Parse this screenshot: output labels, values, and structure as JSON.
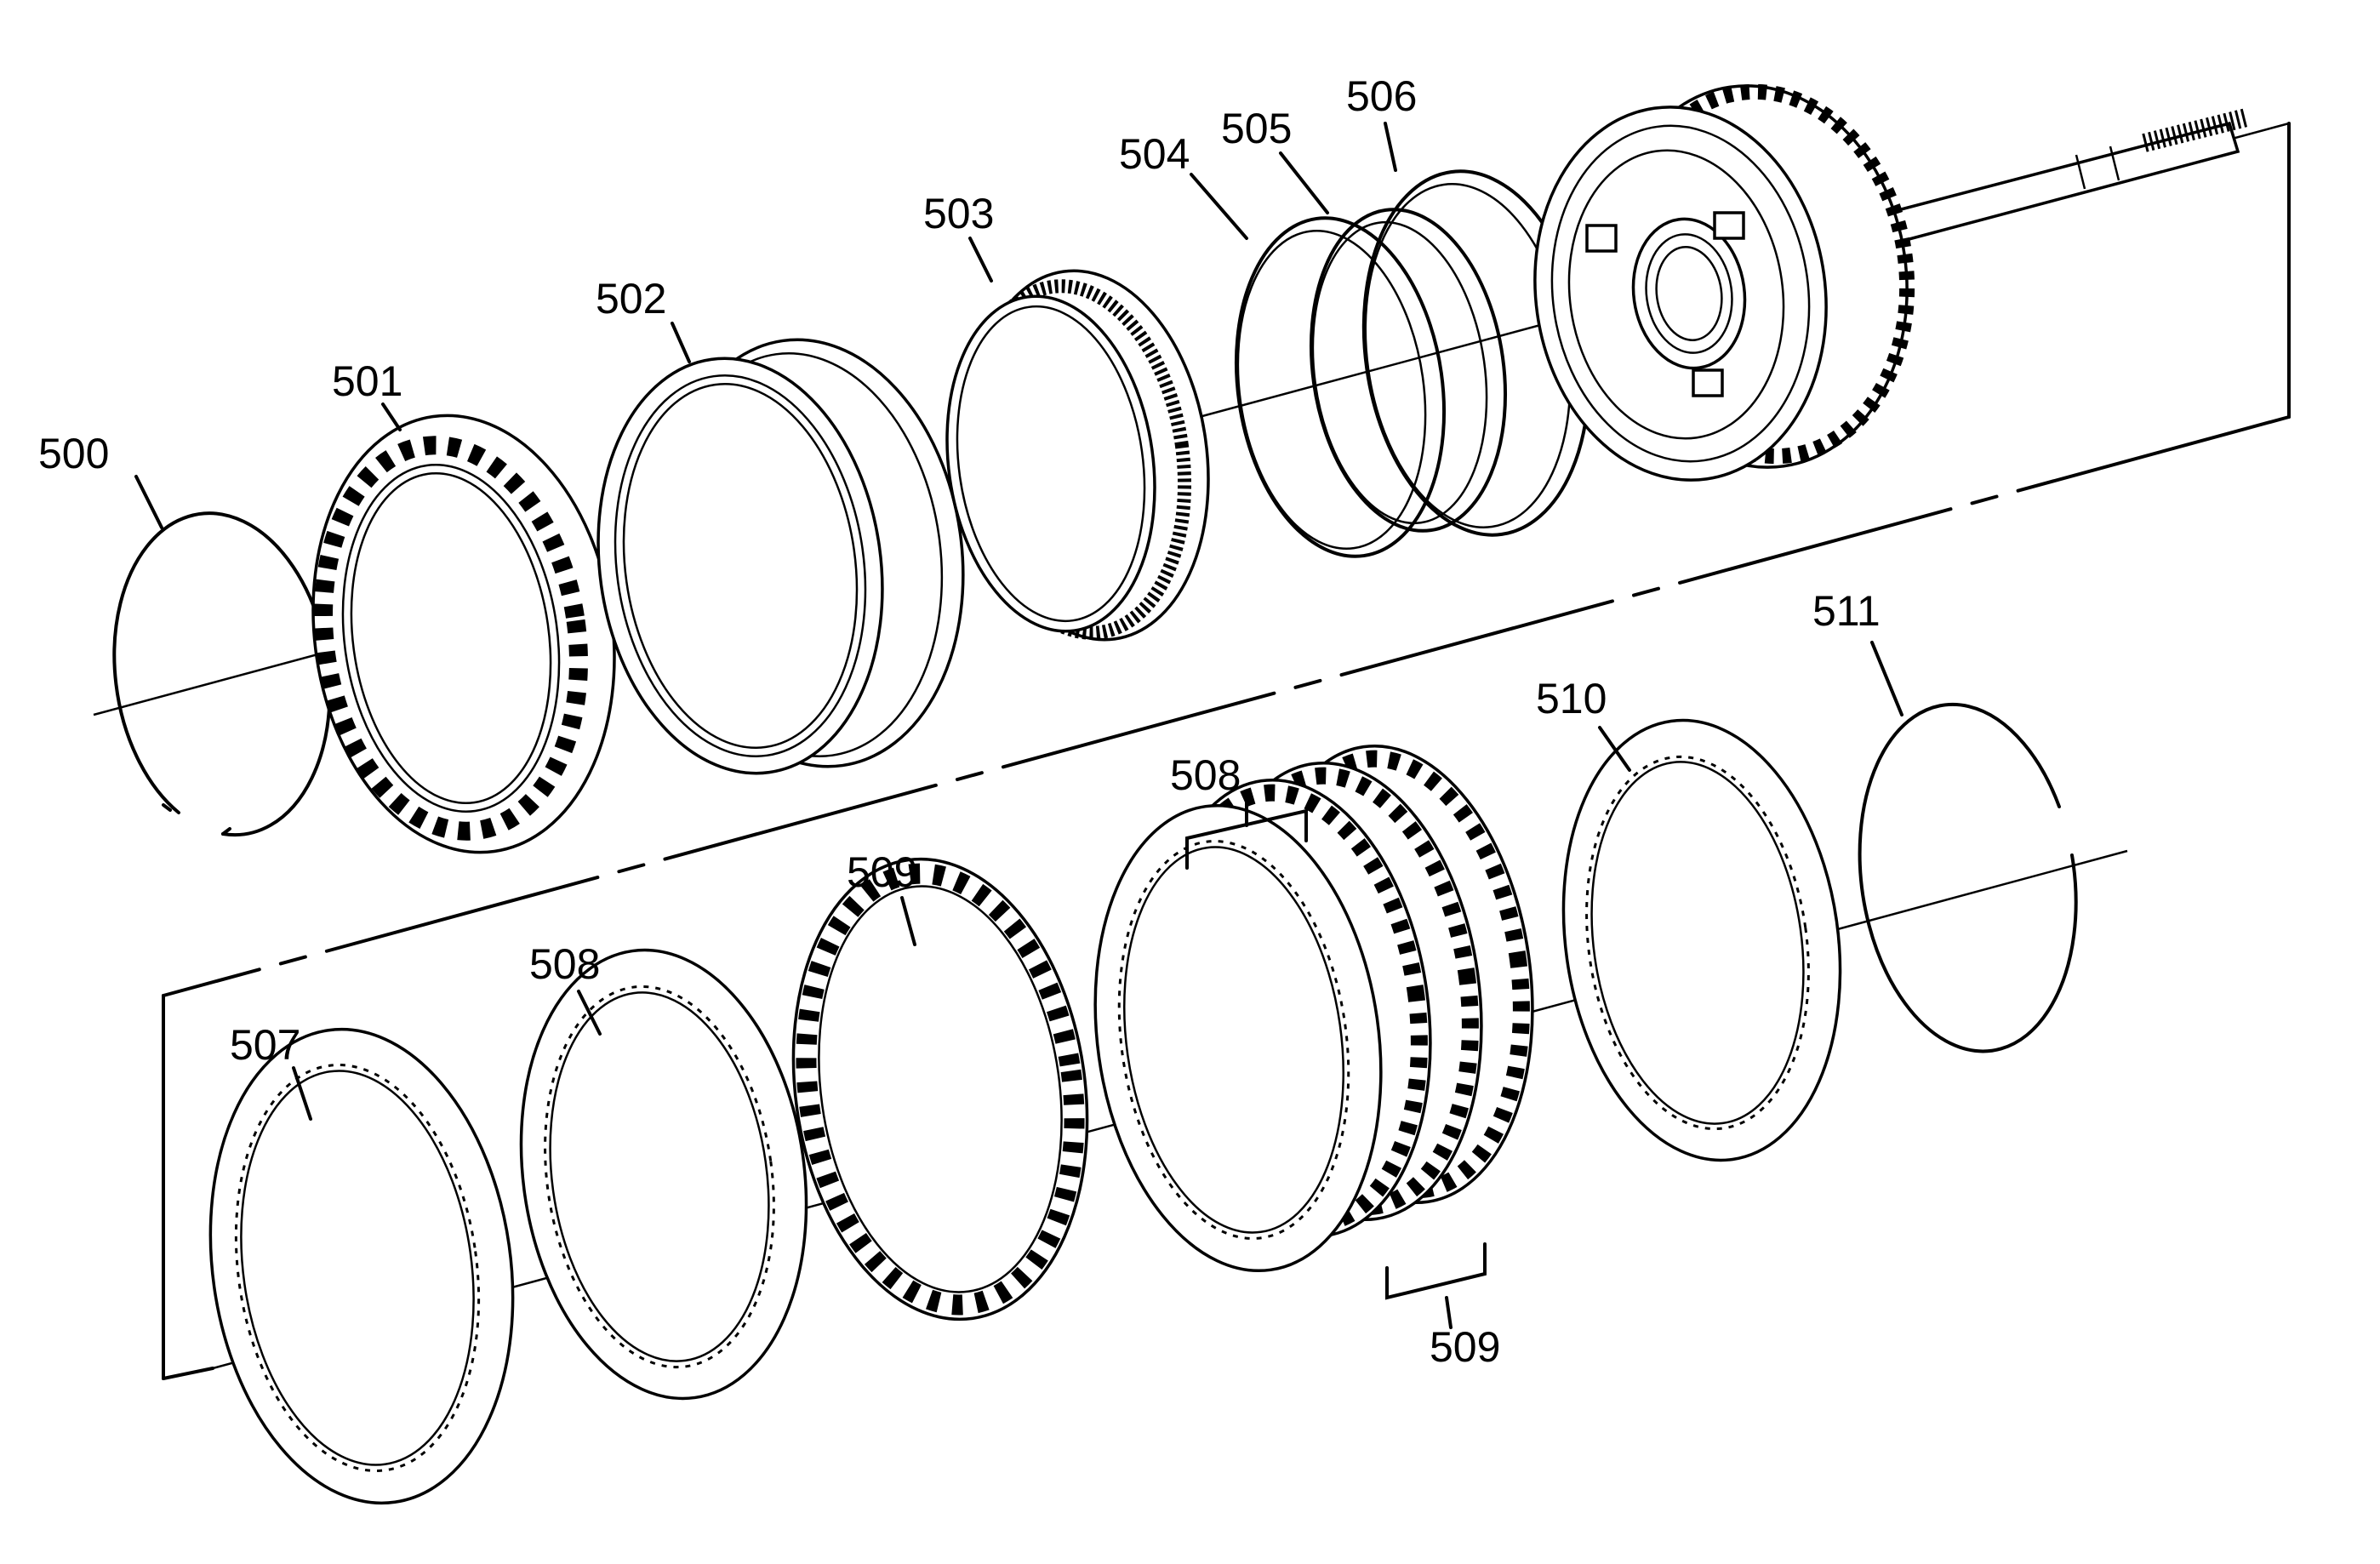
{
  "diagram": {
    "callouts": {
      "c500": "500",
      "c501": "501",
      "c502": "502",
      "c503": "503",
      "c504": "504",
      "c505": "505",
      "c506": "506",
      "c507": "507",
      "c508_left": "508",
      "c508_group": "508",
      "c509_left": "509",
      "c509_group": "509",
      "c510": "510",
      "c511": "511"
    }
  }
}
